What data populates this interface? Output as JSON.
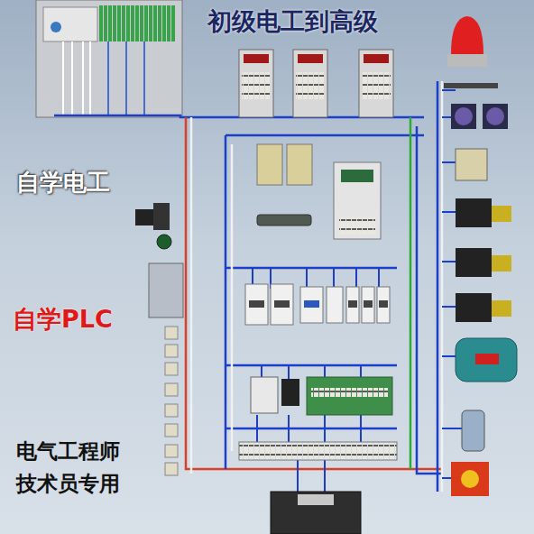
{
  "diagram": {
    "title": "初级电工到高级",
    "labels": [
      "自学电工",
      "自学PLC",
      "电气工程师",
      "技术员专用"
    ]
  }
}
